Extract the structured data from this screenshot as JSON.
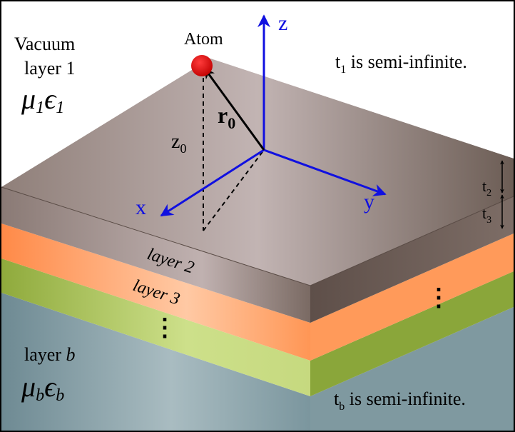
{
  "labels": {
    "atom": "Atom",
    "vacuum": "Vacuum",
    "layer1": "layer 1",
    "mu1": "μ",
    "mu1_sub": "1",
    "eps1": "ϵ",
    "eps1_sub": "1",
    "t1_main": "t",
    "t1_sub": "1",
    "t1_rest": " is semi-infinite.",
    "z_axis": "z",
    "x_axis": "x",
    "y_axis": "y",
    "r0": "r",
    "r0_sub": "0",
    "z0": "z",
    "z0_sub": "0",
    "t2": "t",
    "t2_sub": "2",
    "t3": "t",
    "t3_sub": "3",
    "layer2": "layer 2",
    "layer3": "layer 3",
    "dots_front": "⋮",
    "dots_side": "⋮",
    "layerb_prefix": "layer ",
    "layerb_italic": "b",
    "mub": "μ",
    "mub_sub": "b",
    "epsb": "ϵ",
    "epsb_sub": "b",
    "tb_main": "t",
    "tb_sub": "b",
    "tb_rest": " is semi-infinite."
  },
  "colors": {
    "axis": "#1010e0",
    "atom": "#d40000",
    "layer3_orange": "#ff9a5a",
    "layer_green": "#94b040",
    "substrate": "#7f99a0",
    "slab_top": "#a69290",
    "slab_side": "#6c5c55"
  }
}
